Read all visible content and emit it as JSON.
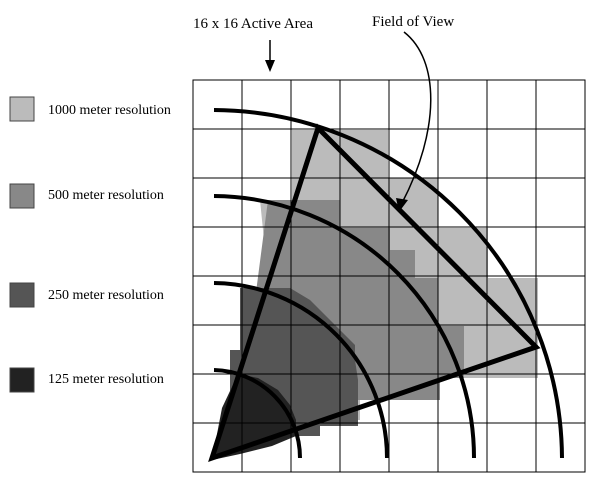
{
  "labels": {
    "active_area": "16 x 16 Active Area",
    "field_of_view": "Field of View"
  },
  "legend": [
    {
      "label": "1000 meter resolution",
      "color": "#bbbbbb"
    },
    {
      "label": "500 meter resolution",
      "color": "#888888"
    },
    {
      "label": "250 meter resolution",
      "color": "#555555"
    },
    {
      "label": "125 meter resolution",
      "color": "#222222"
    }
  ]
}
